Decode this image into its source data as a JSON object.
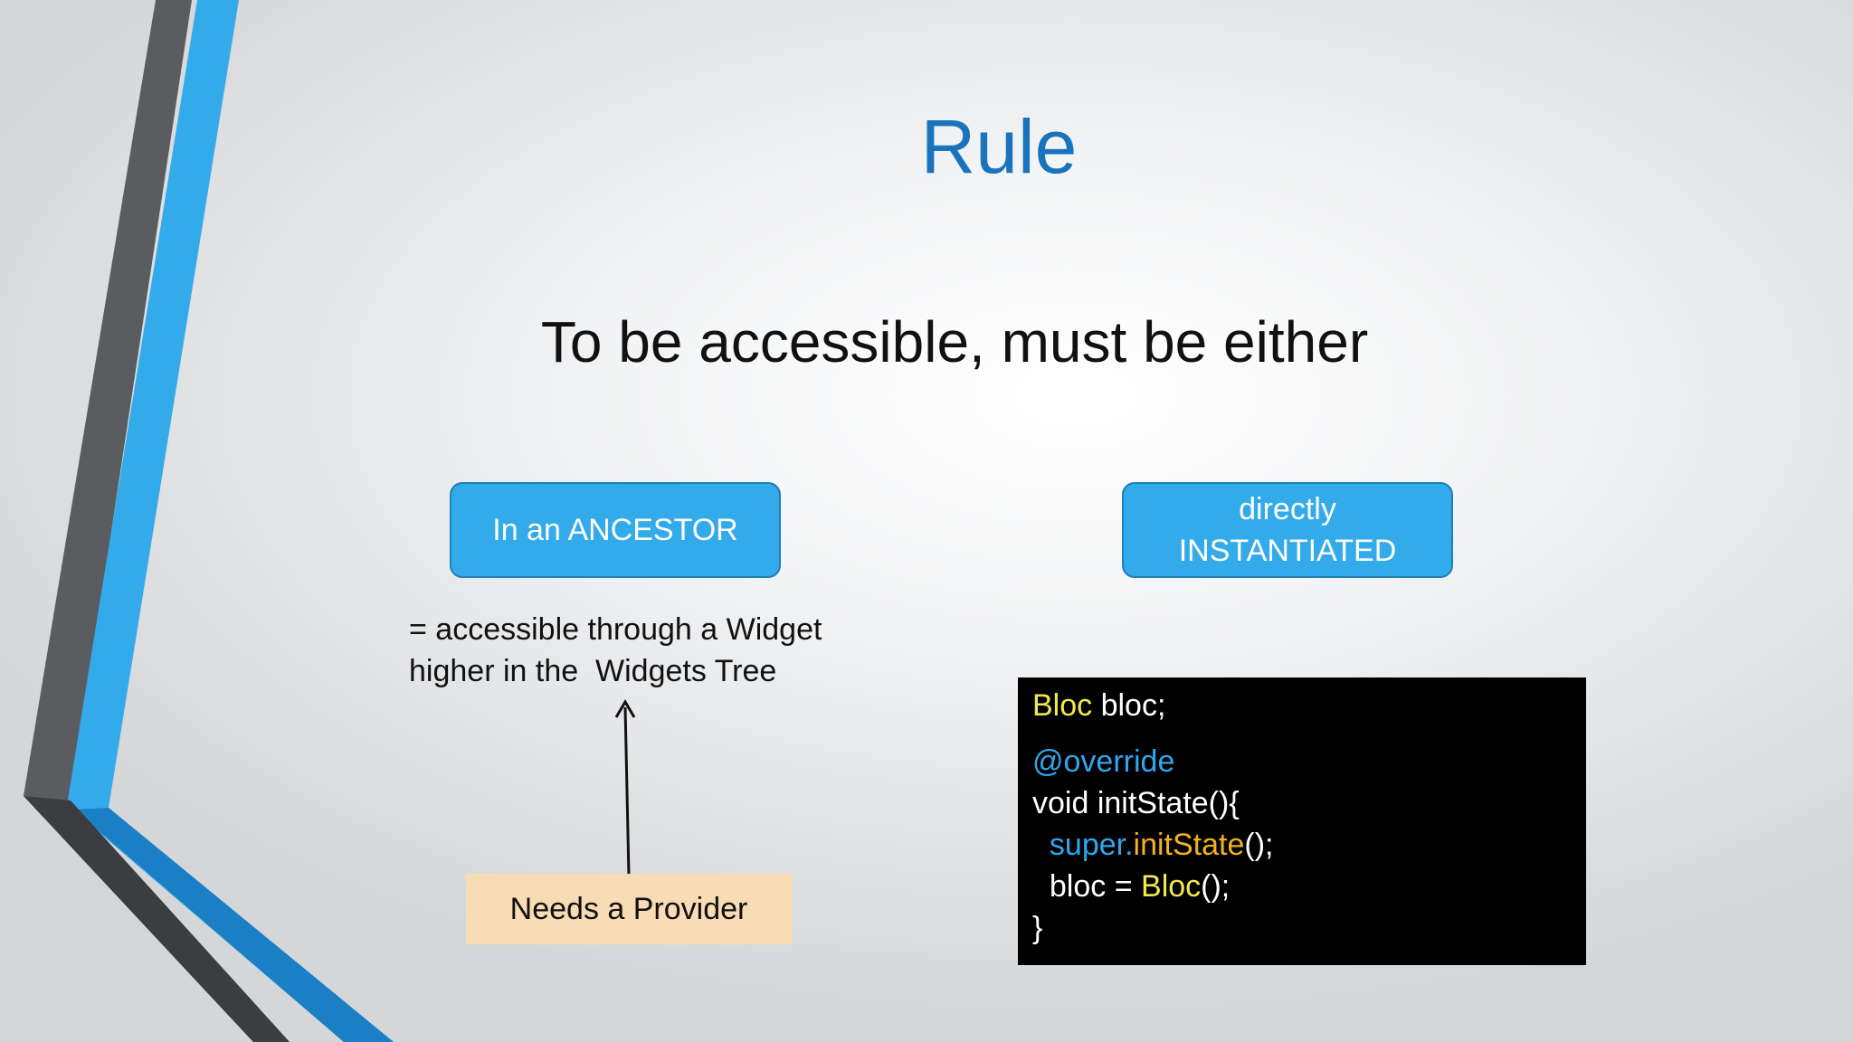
{
  "title": "Rule",
  "subtitle": "To be accessible, must be either",
  "option_left": {
    "label": "In an ANCESTOR",
    "description_line1": "= accessible through a Widget",
    "description_line2": "higher in the  Widgets Tree",
    "note": "Needs a Provider"
  },
  "option_right": {
    "label_line1": "directly",
    "label_line2": "INSTANTIATED"
  },
  "code": {
    "l1_type": "Bloc",
    "l1_rest": " bloc;",
    "l2_annotation": "@override",
    "l3": "void initState(){",
    "l4_indent": "  ",
    "l4_super": "super.",
    "l4_method": "initState",
    "l4_rest": "();",
    "l5_prefix": "  bloc = ",
    "l5_type": "Bloc",
    "l5_rest": "();",
    "l6": "}"
  },
  "colors": {
    "title": "#1a74bd",
    "box_fill": "#33abea",
    "note_fill": "#f7dcb4",
    "code_bg": "#000000",
    "code_type": "#f3e84a",
    "code_annotation": "#2fa6ef",
    "code_method": "#f2b21a"
  }
}
